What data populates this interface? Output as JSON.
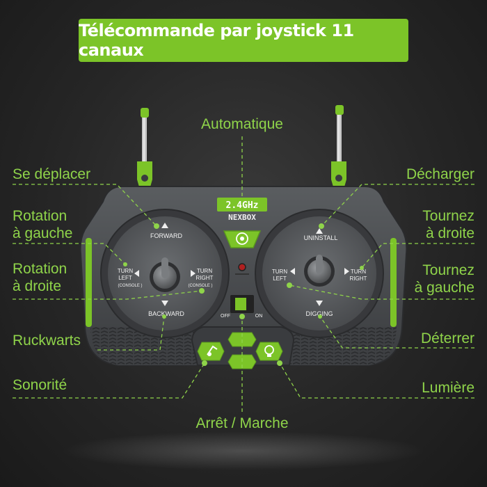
{
  "title": "Télécommande par joystick 11 canaux",
  "labels": {
    "automatique": "Automatique",
    "se_deplacer": "Se déplacer",
    "rotation_gauche": "Rotation\nà gauche",
    "rotation_droite": "Rotation\nà droite",
    "ruckwarts": "Ruckwarts",
    "sonorite": "Sonorité",
    "arret_marche": "Arrêt / Marche",
    "decharger": "Décharger",
    "tournez_droite": "Tournez\nà droite",
    "tournez_gauche": "Tournez\nà gauche",
    "deterrer": "Déterrer",
    "lumiere": "Lumière"
  },
  "remote": {
    "freq": "2.4GHz",
    "brand": "NEXBOX",
    "left_stick": {
      "forward": "FORWARD",
      "backward": "BACKWARD",
      "turn_left_1": "TURN",
      "turn_left_2": "LEFT",
      "turn_left_3": "(CONSOLE )",
      "turn_right_1": "TURN",
      "turn_right_2": "RIGHT",
      "turn_right_3": "(CONSOLE )"
    },
    "right_stick": {
      "uninstall": "UNINSTALL",
      "digging": "DIGGING",
      "turn_left_1": "TURN",
      "turn_left_2": "LEFT",
      "turn_right_1": "TURN",
      "turn_right_2": "RIGHT"
    },
    "switch_off": "OFF",
    "switch_on": "ON"
  },
  "colors": {
    "accent": "#7cc428",
    "label": "#8fd44a",
    "body": "#4a4d50",
    "background": "#262626"
  }
}
